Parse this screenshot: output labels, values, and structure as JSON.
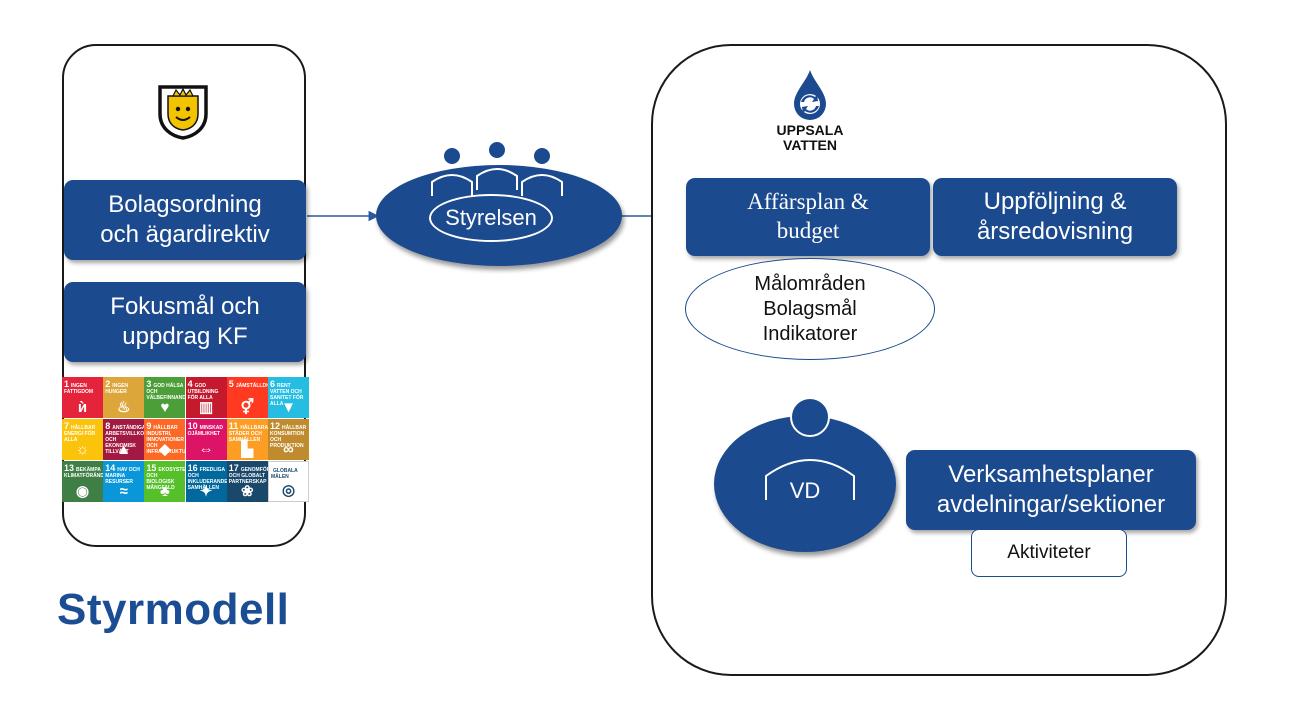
{
  "left_panel": {
    "box1": [
      "Bolagsordning",
      "och ägardirektiv"
    ],
    "box2": [
      "Fokusmål och",
      "uppdrag KF"
    ],
    "sdg_goals": [
      {
        "num": "1",
        "label": "INGEN FATTIGDOM",
        "color": "#e5243b",
        "glyph": "ѝ"
      },
      {
        "num": "2",
        "label": "INGEN HUNGER",
        "color": "#dda63a",
        "glyph": "♨"
      },
      {
        "num": "3",
        "label": "GOD HÄLSA OCH VÄLBEFINNANDE",
        "color": "#4c9f38",
        "glyph": "♥"
      },
      {
        "num": "4",
        "label": "GOD UTBILDNING FÖR ALLA",
        "color": "#c5192d",
        "glyph": "▥"
      },
      {
        "num": "5",
        "label": "JÄMSTÄLLDHET",
        "color": "#ff3a21",
        "glyph": "⚥"
      },
      {
        "num": "6",
        "label": "RENT VATTEN OCH SANITET FÖR ALLA",
        "color": "#26bde2",
        "glyph": "▼"
      },
      {
        "num": "7",
        "label": "HÅLLBAR ENERGI FÖR ALLA",
        "color": "#fcc30b",
        "glyph": "☼"
      },
      {
        "num": "8",
        "label": "ANSTÄNDIGA ARBETSVILLKOR OCH EKONOMISK TILLVÄXT",
        "color": "#a21942",
        "glyph": "▲"
      },
      {
        "num": "9",
        "label": "HÅLLBAR INDUSTRI, INNOVATIONER OCH INFRASTRUKTUR",
        "color": "#fd6925",
        "glyph": "◆"
      },
      {
        "num": "10",
        "label": "MINSKAD OJÄMLIKHET",
        "color": "#dd1367",
        "glyph": "⇔"
      },
      {
        "num": "11",
        "label": "HÅLLBARA STÄDER OCH SAMHÄLLEN",
        "color": "#fd9d24",
        "glyph": "▙"
      },
      {
        "num": "12",
        "label": "HÅLLBAR KONSUMTION OCH PRODUKTION",
        "color": "#bf8b2e",
        "glyph": "∞"
      },
      {
        "num": "13",
        "label": "BEKÄMPA KLIMATFÖRÄNDRINGARNA",
        "color": "#3f7e44",
        "glyph": "◉"
      },
      {
        "num": "14",
        "label": "HAV OCH MARINA RESURSER",
        "color": "#0a97d9",
        "glyph": "≈"
      },
      {
        "num": "15",
        "label": "EKOSYSTEM OCH BIOLOGISK MÅNGFALD",
        "color": "#56c02b",
        "glyph": "♣"
      },
      {
        "num": "16",
        "label": "FREDLIGA OCH INKLUDERANDE SAMHÄLLEN",
        "color": "#00689d",
        "glyph": "✦"
      },
      {
        "num": "17",
        "label": "GENOMFÖRANDE OCH GLOBALT PARTNERSKAP",
        "color": "#19486a",
        "glyph": "❀"
      },
      {
        "num": "",
        "label": "GLOBALA MÅLEN",
        "color": "#ffffff",
        "glyph": "◎"
      }
    ]
  },
  "board": {
    "label": "Styrelsen"
  },
  "company_logo": {
    "line1": "UPPSALA",
    "line2": "VATTEN"
  },
  "right_panel": {
    "affarsplan": [
      "Affärsplan &",
      "budget"
    ],
    "uppfoljning": [
      "Uppföljning &",
      "årsredovisning"
    ],
    "goals_oval": [
      "Målområden",
      "Bolagsmål",
      "Indikatorer"
    ],
    "vd": "VD",
    "verksamhet": [
      "Verksamhetsplaner",
      "avdelningar/sektioner"
    ],
    "aktiviteter": "Aktiviteter"
  },
  "title": "Styrmodell",
  "colors": {
    "primary": "#1c4a8e",
    "title": "#1b4d94",
    "outline": "#1a1a1a"
  }
}
